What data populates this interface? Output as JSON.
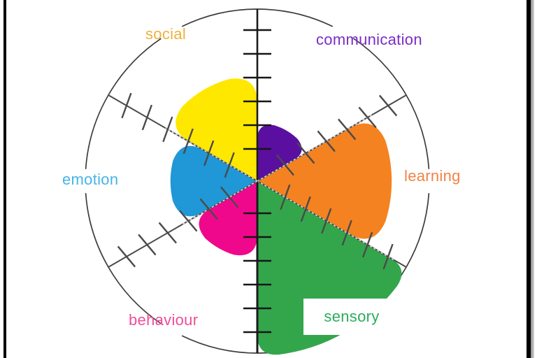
{
  "chart_data": {
    "type": "radar",
    "title": "",
    "legend": "none",
    "grid": "tick-marks-on-axes",
    "categories": [
      "social",
      "communication",
      "learning",
      "sensory",
      "behaviour",
      "emotion"
    ],
    "scale": {
      "ticks_per_axis": 6,
      "tick_values": [
        1,
        2,
        3,
        4,
        5,
        6
      ],
      "axis_max": 7
    },
    "axes_angles_deg": [
      90,
      30,
      -30,
      270,
      210,
      150
    ],
    "sectors": [
      {
        "label": "social",
        "value": 4.1,
        "start_angle": 90,
        "end_angle": 150,
        "fill": "#FFE800",
        "label_color": "#F0B03C"
      },
      {
        "label": "communication",
        "value": 2.1,
        "start_angle": 30,
        "end_angle": 90,
        "fill": "#5A0FA0",
        "label_color": "#7B2DC8"
      },
      {
        "label": "learning",
        "value": 5.3,
        "start_angle": -30,
        "end_angle": 30,
        "fill": "#F58220",
        "label_color": "#F08448"
      },
      {
        "label": "sensory",
        "value": 7.0,
        "start_angle": 270,
        "end_angle": 330,
        "fill": "#33A64C",
        "label_color": "#2BAD5C"
      },
      {
        "label": "behaviour",
        "value": 2.9,
        "start_angle": 210,
        "end_angle": 270,
        "fill": "#F0088C",
        "label_color": "#F04E98"
      },
      {
        "label": "emotion",
        "value": 3.3,
        "start_angle": 150,
        "end_angle": 210,
        "fill": "#2097D6",
        "label_color": "#45B4E8"
      }
    ],
    "ring_color": "#3c3c3c",
    "axis_color": "#4a4a4a",
    "vertical_axis_color": "#1b1b1b"
  }
}
